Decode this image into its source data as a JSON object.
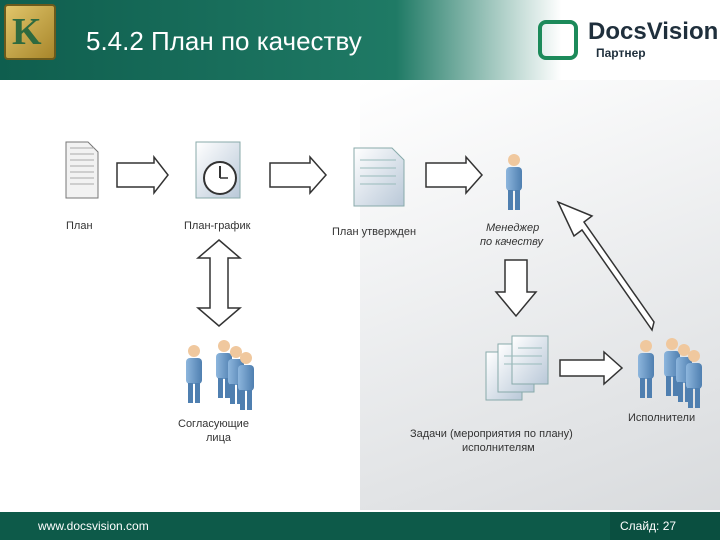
{
  "header": {
    "title": "5.4.2  План по качеству",
    "brand_name": "DocsVision",
    "brand_sub": "Партнер"
  },
  "labels": {
    "plan": "План",
    "schedule": "План-график",
    "approved": "План утвержден",
    "manager_line1": "Менеджер",
    "manager_line2": "по качеству",
    "approvers_line1": "Согласующие",
    "approvers_line2": "лица",
    "tasks_line1": "Задачи (мероприятия по плану)",
    "tasks_line2": "исполнителям",
    "executors": "Исполнители"
  },
  "footer": {
    "url": "www.docsvision.com",
    "slide": "Слайд: 27"
  },
  "colors": {
    "header": "#0f5e4e",
    "footer": "#0d5a49",
    "person": "#6a9ccc"
  }
}
